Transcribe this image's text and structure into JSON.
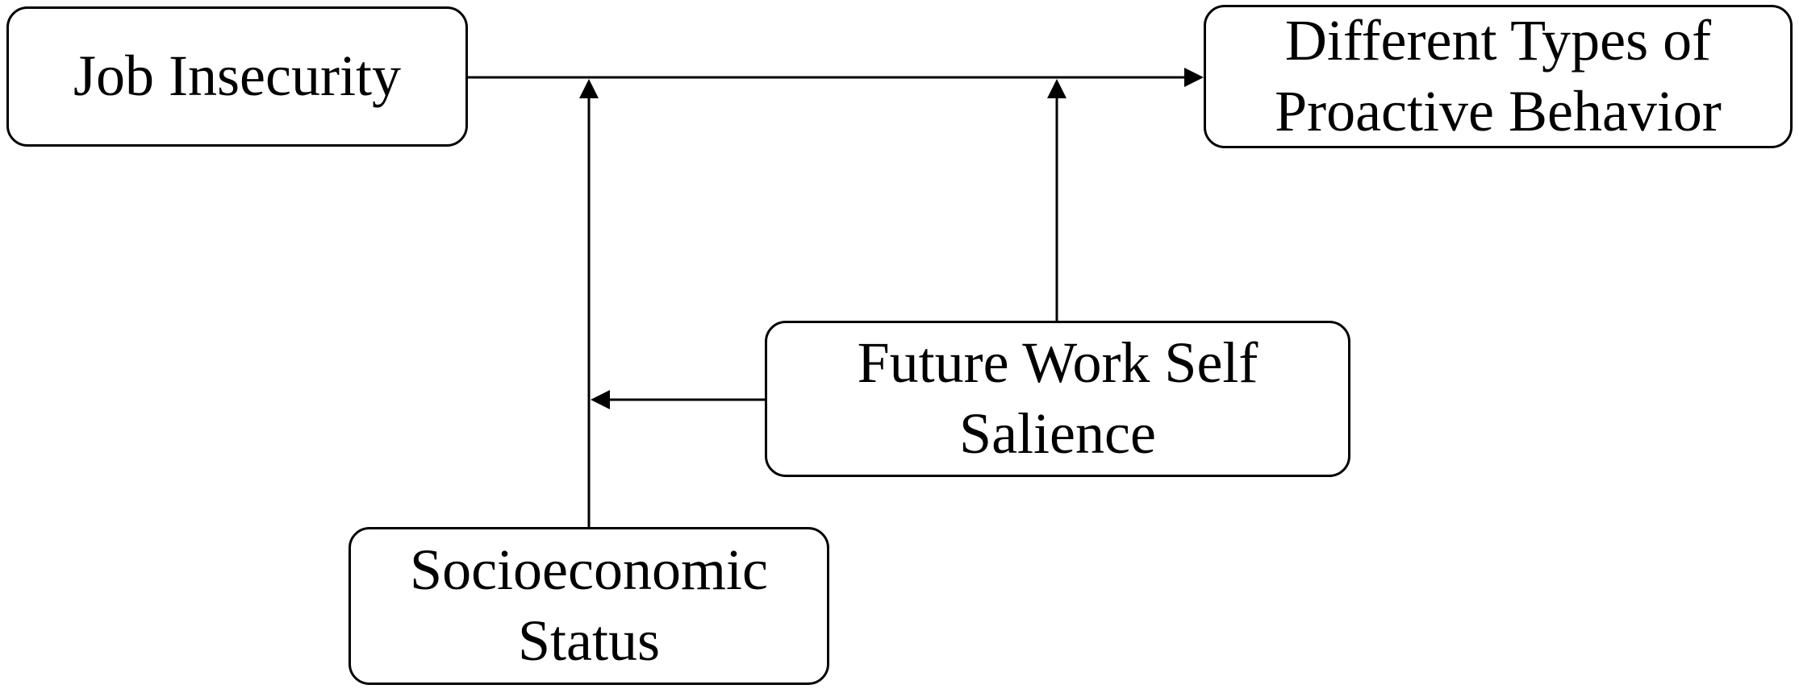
{
  "nodes": {
    "job_insecurity": "Job Insecurity",
    "proactive_behavior": "Different Types of\nProactive Behavior",
    "future_work_self": "Future Work Self\nSalience",
    "socioeconomic_status": "Socioeconomic\nStatus"
  },
  "edges": [
    {
      "from": "job_insecurity",
      "to": "proactive_behavior",
      "type": "direct-path"
    },
    {
      "from": "socioeconomic_status",
      "to": "job_insecurity->proactive_behavior",
      "type": "moderation"
    },
    {
      "from": "future_work_self",
      "to": "job_insecurity->proactive_behavior",
      "type": "moderation"
    },
    {
      "from": "future_work_self",
      "to": "socioeconomic_status->path",
      "type": "moderation"
    }
  ],
  "colors": {
    "line": "#000000",
    "background": "#ffffff"
  }
}
